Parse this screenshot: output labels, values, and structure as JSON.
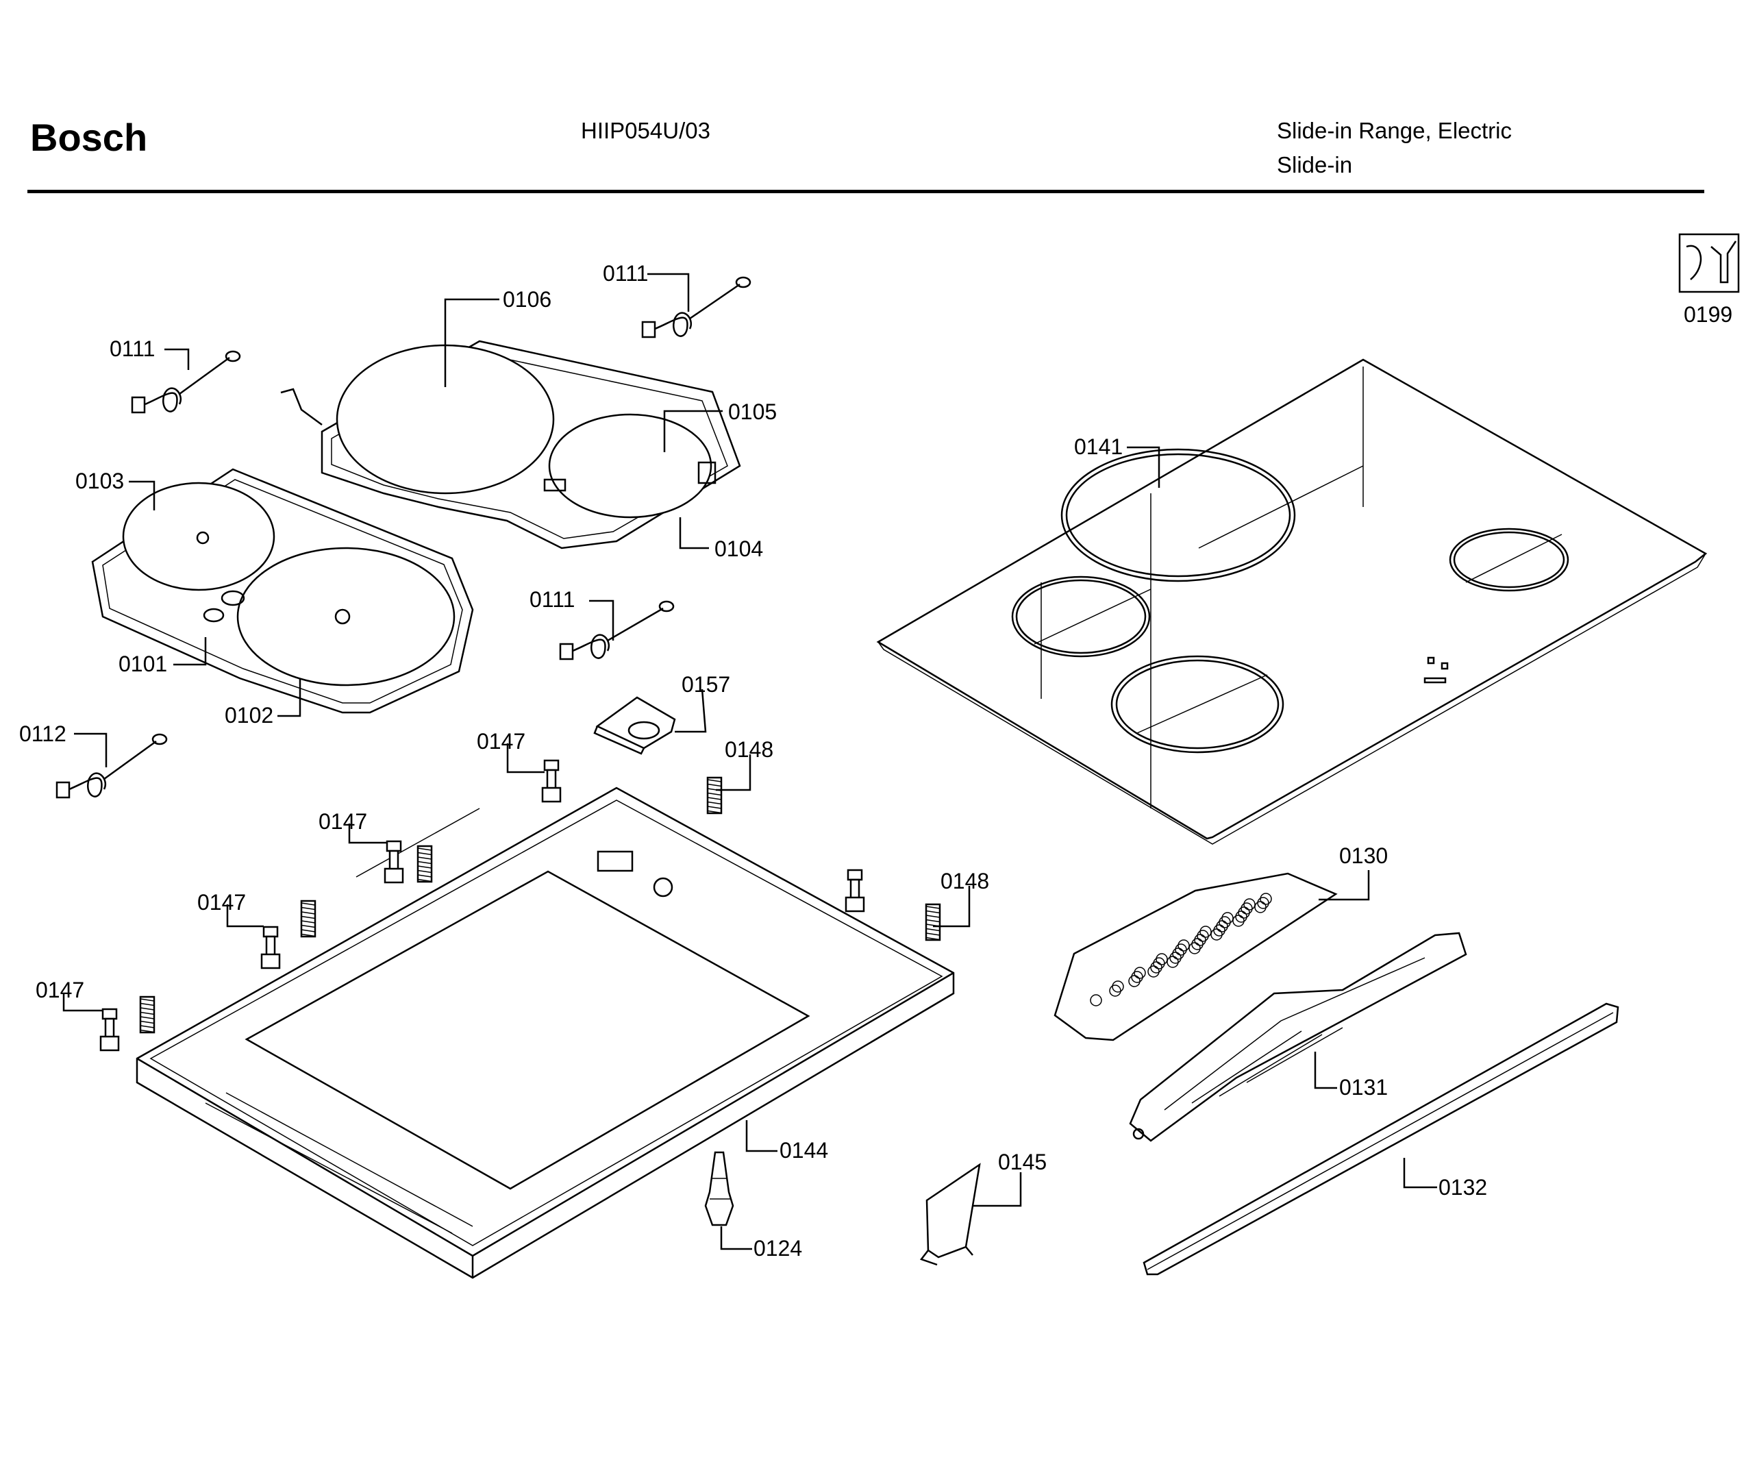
{
  "header": {
    "brand": "Bosch",
    "model": "HIIP054U/03",
    "product_type": "Slide-in Range, Electric",
    "product_subtype": "Slide-in"
  },
  "callouts": [
    {
      "id": "c-0106",
      "label": "0106"
    },
    {
      "id": "c-0111-a",
      "label": "0111"
    },
    {
      "id": "c-0111-b",
      "label": "0111"
    },
    {
      "id": "c-0111-c",
      "label": "0111"
    },
    {
      "id": "c-0105",
      "label": "0105"
    },
    {
      "id": "c-0103",
      "label": "0103"
    },
    {
      "id": "c-0104",
      "label": "0104"
    },
    {
      "id": "c-0101",
      "label": "0101"
    },
    {
      "id": "c-0102",
      "label": "0102"
    },
    {
      "id": "c-0112",
      "label": "0112"
    },
    {
      "id": "c-0157",
      "label": "0157"
    },
    {
      "id": "c-0147-a",
      "label": "0147"
    },
    {
      "id": "c-0147-b",
      "label": "0147"
    },
    {
      "id": "c-0147-c",
      "label": "0147"
    },
    {
      "id": "c-0147-d",
      "label": "0147"
    },
    {
      "id": "c-0148-a",
      "label": "0148"
    },
    {
      "id": "c-0148-b",
      "label": "0148"
    },
    {
      "id": "c-0141",
      "label": "0141"
    },
    {
      "id": "c-0199",
      "label": "0199"
    },
    {
      "id": "c-0130",
      "label": "0130"
    },
    {
      "id": "c-0131",
      "label": "0131"
    },
    {
      "id": "c-0132",
      "label": "0132"
    },
    {
      "id": "c-0144",
      "label": "0144"
    },
    {
      "id": "c-0145",
      "label": "0145"
    },
    {
      "id": "c-0124",
      "label": "0124"
    }
  ]
}
